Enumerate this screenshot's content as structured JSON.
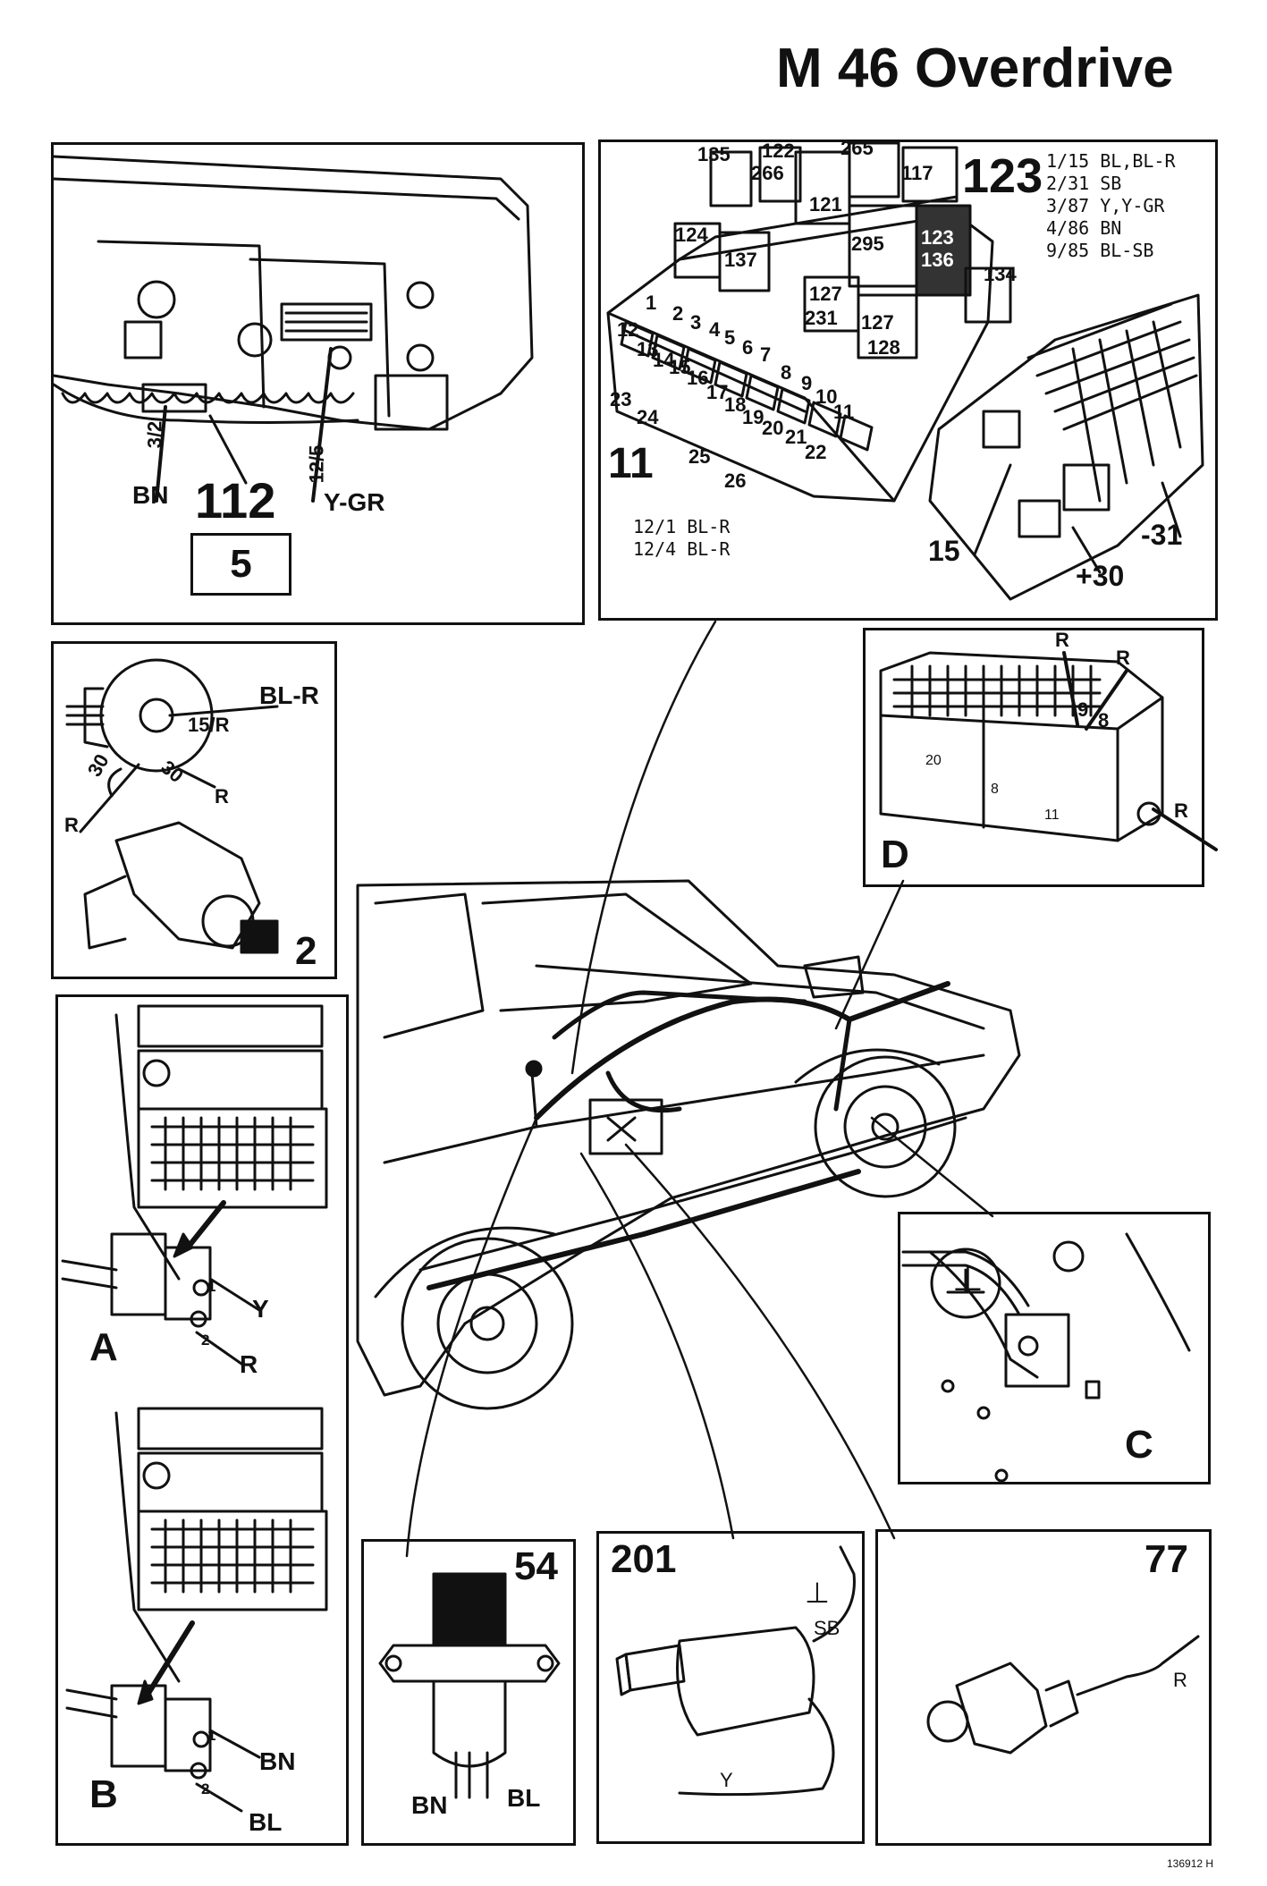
{
  "title": "M 46 Overdrive",
  "doc_number": "136912 H",
  "panel_112": {
    "number": "112",
    "box_number": "5",
    "left_pin": "3/2",
    "left_wire": "BN",
    "right_pin": "12/5",
    "right_wire": "Y-GR"
  },
  "panel_11": {
    "number": "11",
    "main_relay": "123",
    "relay_numbers": [
      "135",
      "122",
      "265",
      "117",
      "266",
      "121",
      "124",
      "137",
      "295",
      "123",
      "136",
      "134",
      "127",
      "231",
      "127",
      "128"
    ],
    "fuse_numbers": [
      "1",
      "2",
      "3",
      "4",
      "5",
      "6",
      "7",
      "8",
      "9",
      "10",
      "11",
      "12",
      "13",
      "14",
      "15",
      "16",
      "17",
      "18",
      "19",
      "20",
      "21",
      "22",
      "23",
      "24",
      "25",
      "26"
    ],
    "pins": [
      "1/15 BL,BL-R",
      "2/31 SB",
      "3/87 Y,Y-GR",
      "4/86 BN",
      "9/85 BL-SB"
    ],
    "bottom_pins": [
      "12/1 BL-R",
      "12/4 BL-R"
    ],
    "label_15": "15",
    "label_plus30": "+30",
    "label_minus31": "-31"
  },
  "panel_2": {
    "number": "2",
    "wire_top": "BL-R",
    "pin_15": "15/R",
    "pin_30a": "30",
    "pin_30b": "30",
    "wire_r1": "R",
    "wire_r2": "R"
  },
  "panel_D": {
    "letter": "D",
    "wire_r1": "R",
    "wire_r2": "R",
    "wire_r3": "R",
    "pin_9": "9",
    "pin_8": "8",
    "pin_20": "20",
    "pin_8b": "8",
    "pin_11": "11"
  },
  "panel_A": {
    "letter": "A",
    "pin1": "1",
    "pin2": "2",
    "wire1": "Y",
    "wire2": "R"
  },
  "panel_B": {
    "letter": "B",
    "pin1": "1",
    "pin2": "2",
    "wire1": "BN",
    "wire2": "BL"
  },
  "panel_C": {
    "letter": "C",
    "ground_symbol": "⊥"
  },
  "panel_54": {
    "number": "54",
    "wire_left": "BN",
    "wire_right": "BL"
  },
  "panel_201": {
    "number": "201",
    "ground_symbol": "⊥",
    "wire_sb": "SB",
    "wire_y": "Y"
  },
  "panel_77": {
    "number": "77",
    "wire_r": "R"
  }
}
